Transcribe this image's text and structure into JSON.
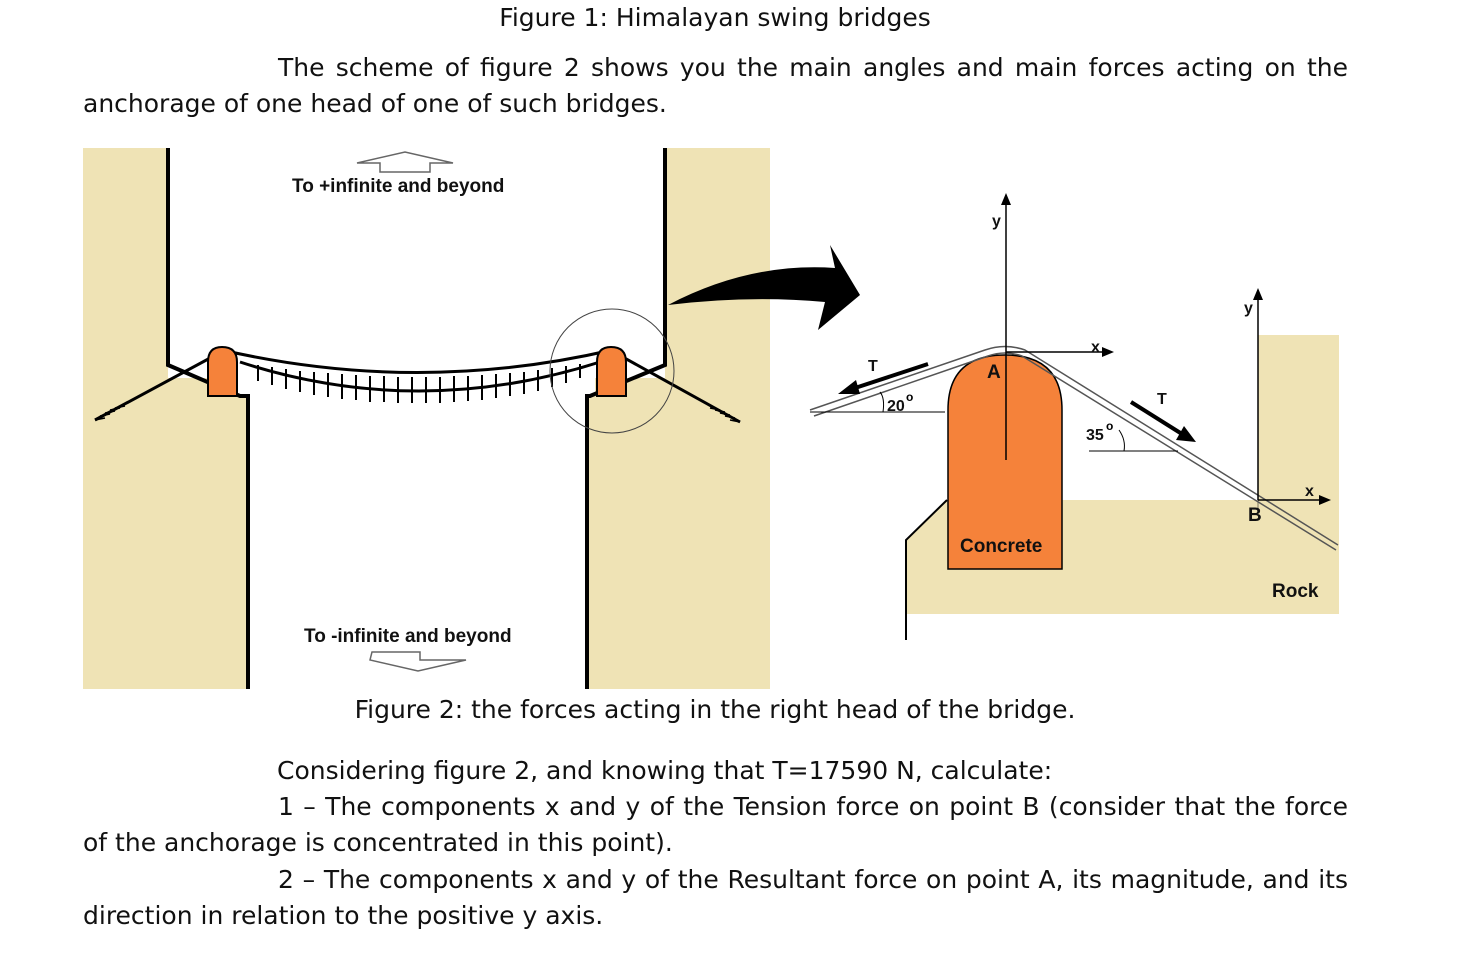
{
  "figure1_caption": "Figure 1: Himalayan swing bridges",
  "intro": "The scheme of figure 2 shows you the main angles and main forces acting on the anchorage of one head of one of such bridges.",
  "left_diagram": {
    "up_label": "To +infinite and beyond",
    "down_label": "To -infinite and beyond"
  },
  "right_diagram": {
    "tension_label": "T",
    "angle_left_label": "20",
    "angle_right_label": "35",
    "degree_mark": "o",
    "point_a": "A",
    "point_b": "B",
    "axis_x": "x",
    "axis_y": "y",
    "concrete": "Concrete",
    "rock": "Rock"
  },
  "figure2_caption": "Figure 2: the forces acting in the right head of the bridge.",
  "question_intro": "Considering figure 2, and knowing that T=17590 N, calculate:",
  "question1": "1 – The components x and y of the Tension force on point B (consider that the force of the anchorage is concentrated in this point).",
  "question2": "2 – The components x and y of the Resultant force on point A, its magnitude, and its direction in relation to the positive y axis.",
  "colors": {
    "rock": "#efe3b5",
    "concrete": "#f5823a",
    "outline": "#000000"
  }
}
